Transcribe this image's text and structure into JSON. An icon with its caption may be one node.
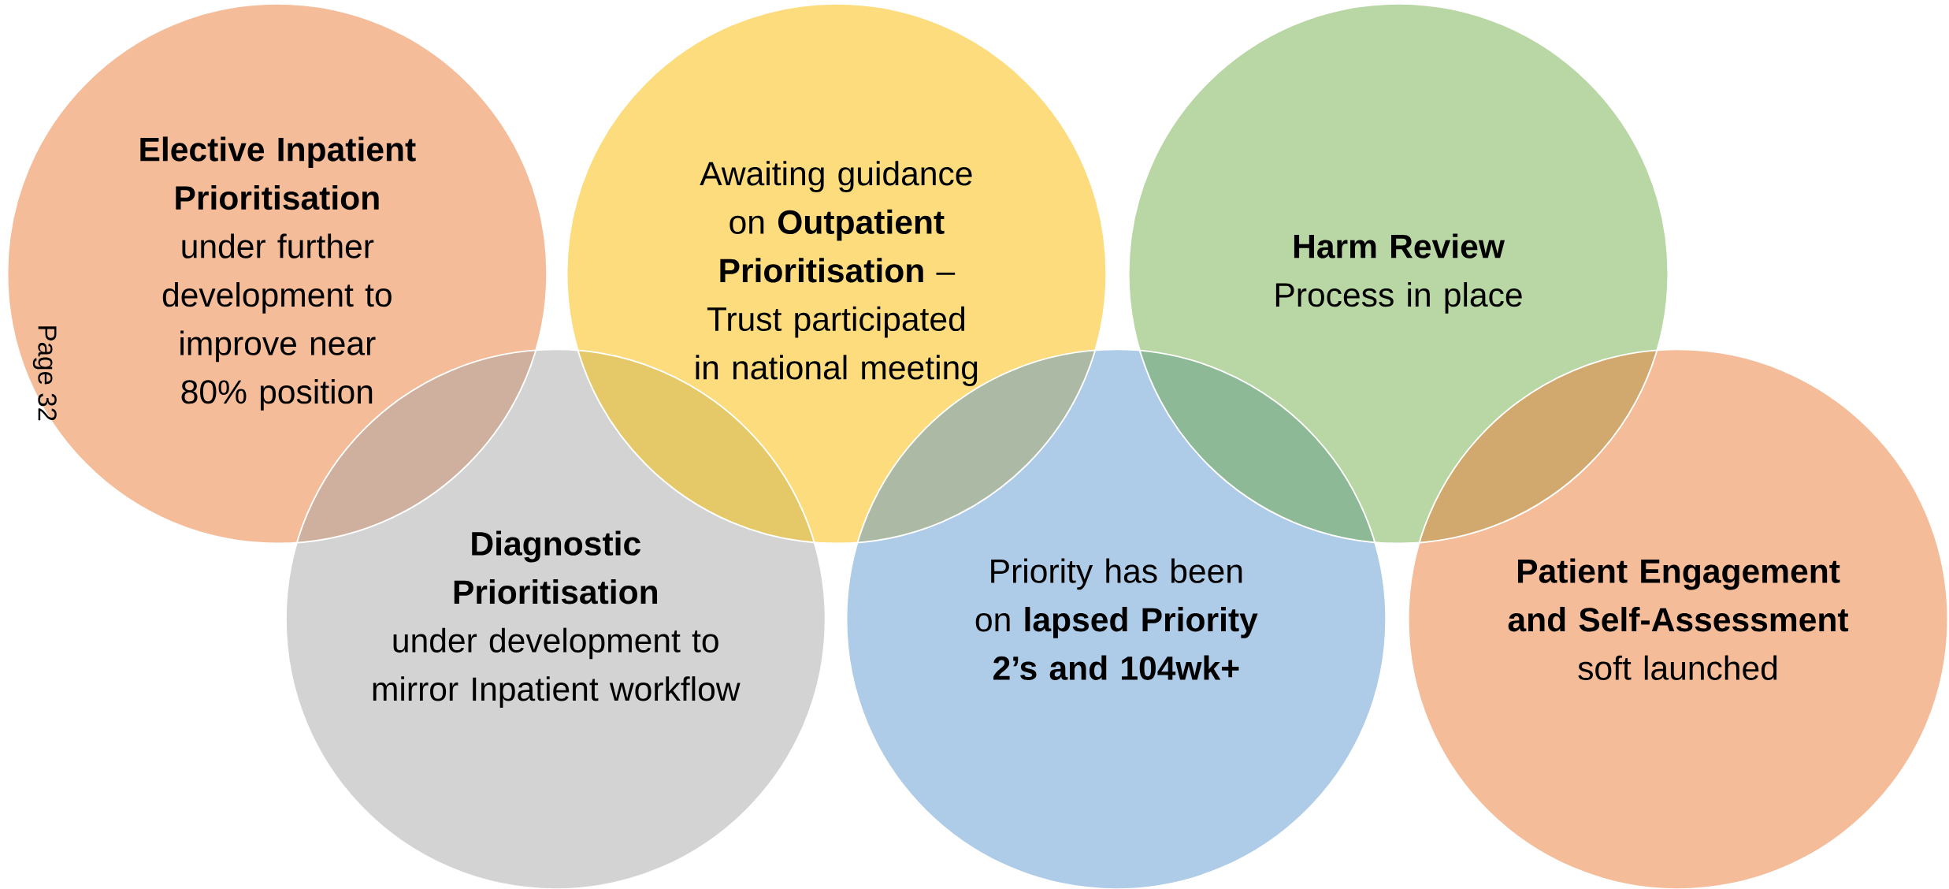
{
  "diagram": {
    "nodes": [
      {
        "text": [
          "Elective Inpatient Prioritisation",
          "under further development to improve near 80% position"
        ]
      },
      {
        "text": [
          "Awaiting guidance on **Outpatient Prioritisation** – Trust participated in national meeting"
        ]
      },
      {
        "text": [
          "Harm Review",
          "Process in place"
        ]
      },
      {
        "text": [
          "Diagnostic Prioritisation",
          "under development to mirror Inpatient workflow"
        ]
      },
      {
        "text": [
          "Priority has been on **lapsed Priority 2’s and 104wk+**"
        ]
      },
      {
        "text": [
          "Patient Engagement and Self-Assessment",
          "soft launched"
        ]
      }
    ],
    "labels": [
      "Page 32"
    ]
  }
}
